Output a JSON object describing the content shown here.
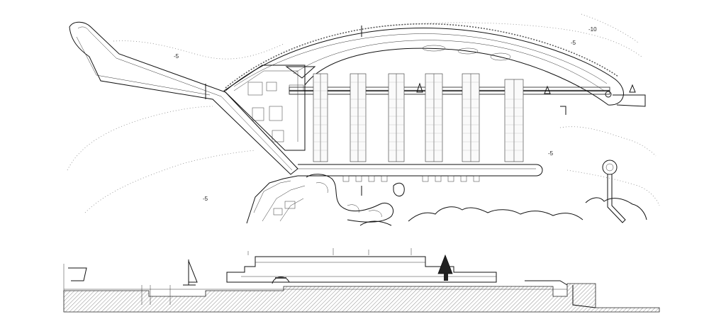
{
  "plan": {
    "depth_labels": [
      "-10",
      "-5",
      "-5",
      "-5",
      "-5"
    ]
  }
}
